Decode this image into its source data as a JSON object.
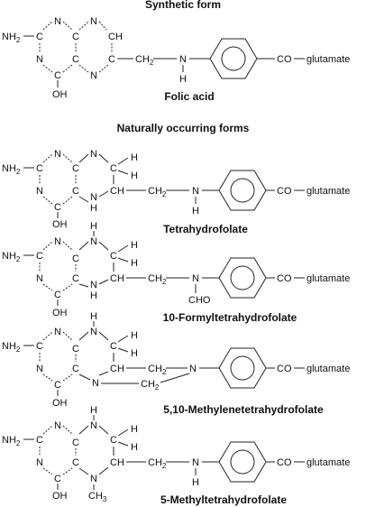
{
  "header": {
    "synthetic_title": "Synthetic form",
    "natural_title": "Naturally occurring forms"
  },
  "atoms": {
    "nh2_left": "NH",
    "nh2_sub": "2",
    "C": "C",
    "N": "N",
    "NH": "N",
    "H": "H",
    "CH": "CH",
    "ch2_left": "CH",
    "ch2_sub": "2",
    "oh": "OH",
    "co": "CO",
    "glutamate": "glutamate",
    "cho": "CHO",
    "ch3": "CH",
    "ch3_sub": "3",
    "dash": "—"
  },
  "structures": [
    {
      "id": "folic-acid",
      "label": "Folic acid",
      "n10_substituent": "H",
      "n5_substituent": ""
    },
    {
      "id": "tetrahydrofolate",
      "label": "Tetrahydrofolate",
      "n10_substituent": "H",
      "n5_substituent": "H"
    },
    {
      "id": "10-formyl",
      "label": "10-Formyltetrahydrofolate",
      "n10_substituent": "CHO",
      "n5_substituent": "H"
    },
    {
      "id": "methylene",
      "label": "5,10-Methylenetetrahydrofolate",
      "n10_substituent": "",
      "n5_substituent": ""
    },
    {
      "id": "methyl",
      "label": "5-Methyltetrahydrofolate",
      "n10_substituent": "H",
      "n5_substituent": "CH3"
    }
  ]
}
